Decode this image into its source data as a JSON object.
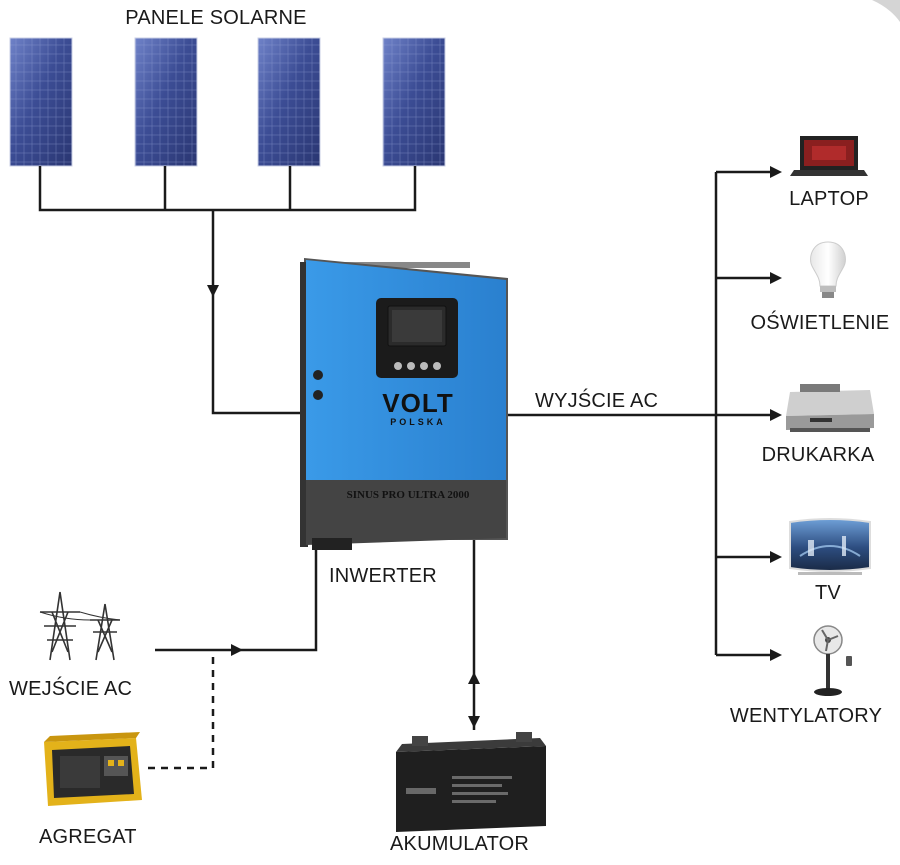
{
  "labels": {
    "panels": "PANELE SOLARNE",
    "inverter": "INWERTER",
    "ac_output": "WYJŚCIE AC",
    "ac_input": "WEJŚCIE AC",
    "generator": "AGREGAT",
    "battery": "AKUMULATOR",
    "loads": [
      "LAPTOP",
      "OŚWIETLENIE",
      "DRUKARKA",
      "TV",
      "WENTYLATORY"
    ]
  },
  "inverter_device": {
    "brand": "VOLT",
    "brand_sub": "POLSKA",
    "model": "SINUS PRO ULTRA 2000"
  },
  "colors": {
    "inverter_body": "#2f8fde",
    "inverter_base": "#444444",
    "solar_cell": "#3a4a8c",
    "line": "#1a1a1a"
  }
}
